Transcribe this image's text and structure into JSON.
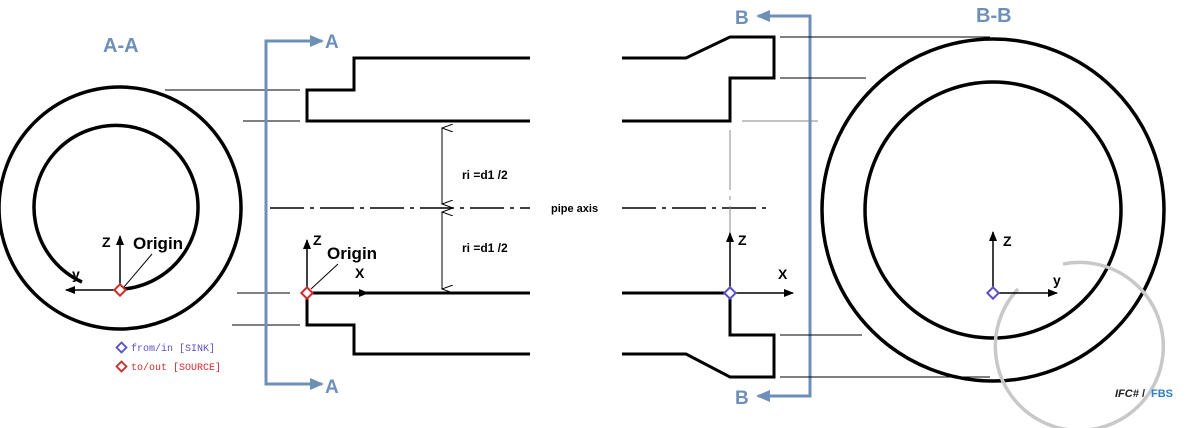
{
  "sections": {
    "aa_title": "A-A",
    "bb_title": "B-B",
    "cut_a_top": "A",
    "cut_a_bottom": "A",
    "cut_b_top": "B",
    "cut_b_bottom": "B"
  },
  "axes": {
    "aa_z": "Z",
    "aa_y": "y",
    "mid_left_z": "Z",
    "mid_left_x": "X",
    "mid_right_z": "Z",
    "mid_right_x": "X",
    "bb_z": "Z",
    "bb_y": "y"
  },
  "origins": {
    "aa_origin": "Origin",
    "mid_origin": "Origin"
  },
  "dimensions": {
    "upper_radius": "ri =d1 /2",
    "lower_radius": "ri =d1 /2",
    "pipe_axis": "pipe axis"
  },
  "legend": {
    "sink_label": "from/in [SINK]",
    "source_label": "to/out [SOURCE]",
    "sink_color": "#5a4fc7",
    "source_color": "#d12a2a"
  },
  "footer": {
    "ifc": "IFC#",
    "separator": "/",
    "fbs": "FBS"
  },
  "colors": {
    "cut_line": "#6e8fb8",
    "outline": "#000000",
    "inner_grey": "#c8c8c8"
  }
}
